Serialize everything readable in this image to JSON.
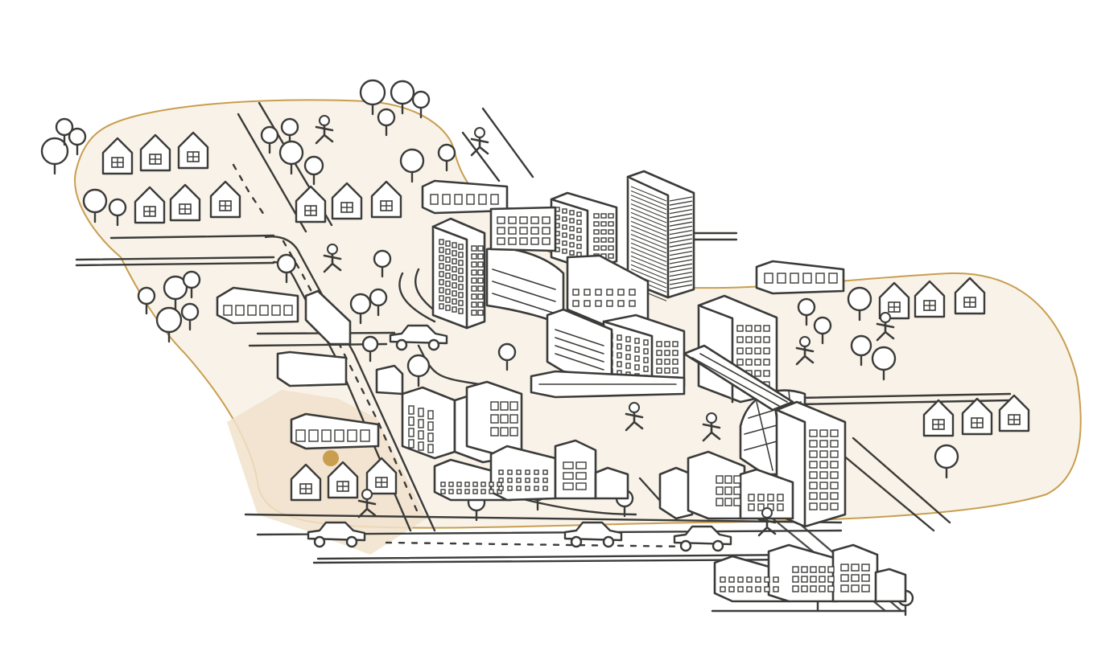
{
  "colors": {
    "outline": "#3b3b39",
    "paper": "#ffffff",
    "zone_fill": "#f8f2e8",
    "zone_stroke": "#c99e4f",
    "highlight_fill": "#f1e2cb",
    "marker": "#c99e4f"
  },
  "illustration": {
    "subject": "isometric-city-map",
    "regions": [
      "outer-zone",
      "highlight-zone"
    ],
    "marker": "location-dot"
  }
}
